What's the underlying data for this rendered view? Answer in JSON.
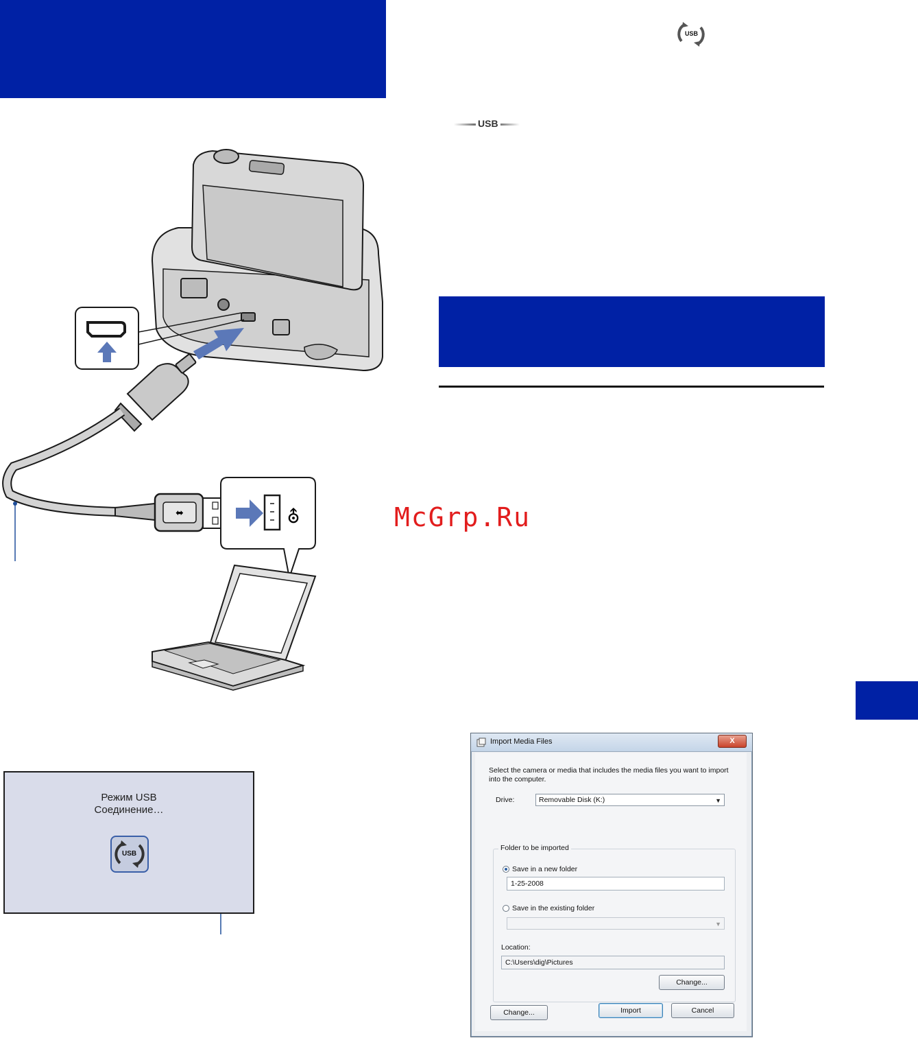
{
  "lcd": {
    "line1": "Режим USB",
    "line2": "Соединение…",
    "icon_label": "USB"
  },
  "icons": {
    "top_usb_icon": "USB",
    "usb_bar_label": "USB"
  },
  "watermark": "McGrp.Ru",
  "dialog": {
    "title": "Import Media Files",
    "close_label": "X",
    "description": "Select the camera or media that includes the media files you want to import into the computer.",
    "drive_label": "Drive:",
    "drive_value": "Removable Disk (K:)",
    "group_label": "Folder to be imported",
    "radio_new_label": "Save in a new folder",
    "new_folder_value": "1-25-2008",
    "radio_existing_label": "Save in the existing folder",
    "location_label": "Location:",
    "location_value": "C:\\Users\\dig\\Pictures",
    "change_button": "Change...",
    "change_bottom_button": "Change...",
    "import_button": "Import",
    "cancel_button": "Cancel"
  },
  "colors": {
    "header_blue": "#0021a5",
    "watermark_red": "#e21d1d",
    "lcd_background": "#d9dcea"
  }
}
